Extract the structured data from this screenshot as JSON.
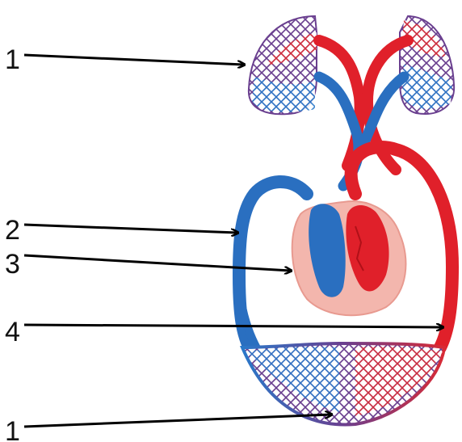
{
  "labels": {
    "l1_top": "1",
    "l2": "2",
    "l3": "3",
    "l4": "4",
    "l1_bottom": "1"
  },
  "colors": {
    "arterial": "#e0202a",
    "venous": "#2a6fc0",
    "capillary_purple": "#6a3f8f",
    "heart_sac": "#f3b6ad",
    "arrow": "#000000"
  },
  "icons": {
    "organ": "circulatory-diagram"
  }
}
